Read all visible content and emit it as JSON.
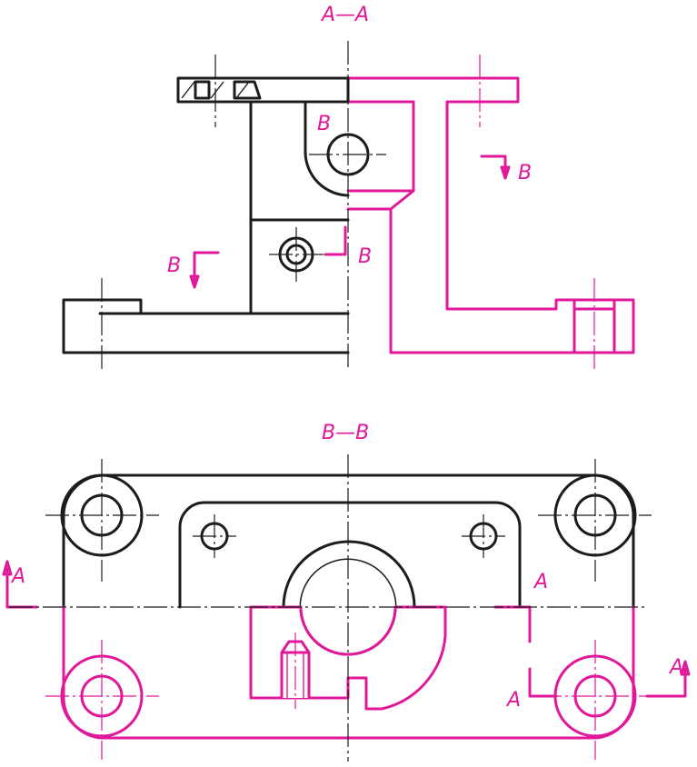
{
  "colors": {
    "accent": "#e0199a",
    "line": "#1c1c1c",
    "background": "#ffffff"
  },
  "labels": {
    "section_aa": "A—A",
    "section_bb": "B—B",
    "cut_b_upper_left": "B",
    "cut_b_upper_right": "B",
    "cut_b_lower_left": "B",
    "cut_b_lower_right": "B",
    "cut_a_left": "A",
    "cut_a_center": "A",
    "cut_a_center_lower": "A",
    "cut_a_right": "A"
  }
}
